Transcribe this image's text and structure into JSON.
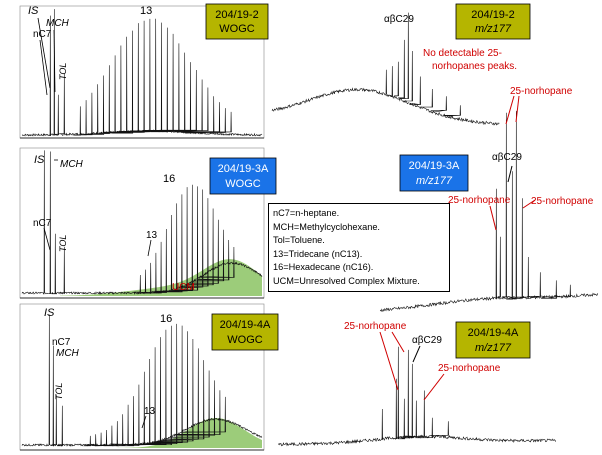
{
  "chart_data": [
    {
      "type": "line",
      "id": "wogc-2",
      "box_lines": [
        "204/19-2",
        "WOGC"
      ],
      "box_color": "#b5b500",
      "peaks": [
        "IS",
        "MCH",
        "nC7",
        "TOL",
        "13"
      ],
      "ucm": false
    },
    {
      "type": "line",
      "id": "mz177-2",
      "box_lines": [
        "204/19-2",
        "m/z177"
      ],
      "box_color": "#b5b500",
      "peaks": [
        "αβC29"
      ],
      "note_lines": [
        "No detectable 25-",
        "norhopanes peaks."
      ]
    },
    {
      "type": "line",
      "id": "wogc-3a",
      "box_lines": [
        "204/19-3A",
        "WOGC"
      ],
      "box_color": "#1a73e8",
      "peaks": [
        "IS",
        "MCH",
        "nC7",
        "TOL",
        "13",
        "16"
      ],
      "ucm": true,
      "ucm_label": "UCM"
    },
    {
      "type": "line",
      "id": "mz177-3a",
      "box_lines": [
        "204/19-3A",
        "m/z177"
      ],
      "box_color": "#1a73e8",
      "peaks": [
        "25-norhopane",
        "αβC29",
        "25-norhopane",
        "25-norhopane"
      ]
    },
    {
      "type": "line",
      "id": "wogc-4a",
      "box_lines": [
        "204/19-4A",
        "WOGC"
      ],
      "box_color": "#b5b500",
      "peaks": [
        "IS",
        "nC7",
        "MCH",
        "TOL",
        "13",
        "16"
      ],
      "ucm": true
    },
    {
      "type": "line",
      "id": "mz177-4a",
      "box_lines": [
        "204/19-4A",
        "m/z177"
      ],
      "box_color": "#b5b500",
      "peaks": [
        "25-norhopane",
        "αβC29",
        "25-norhopane"
      ]
    }
  ],
  "legend": [
    "nC7=n-heptane.",
    "MCH=Methylcyclohexane.",
    "Tol=Toluene.",
    "13=Tridecane (nC13).",
    "16=Hexadecane (nC16).",
    "UCM=Unresolved Complex Mixture."
  ],
  "colors": {
    "annotation_red": "#d00000",
    "ucm_fill": "#9ccc7a",
    "yellow_box": "#b5b500",
    "blue_box": "#1a73e8"
  }
}
